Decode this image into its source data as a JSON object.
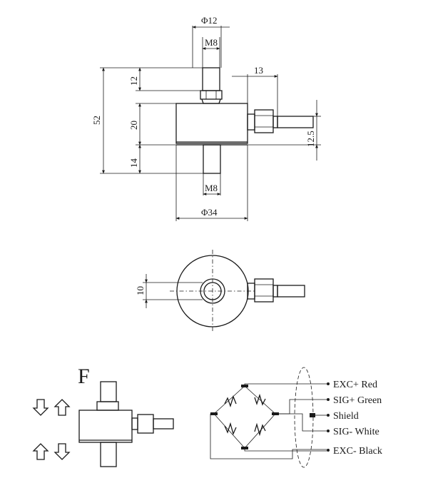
{
  "front_view": {
    "dim_phi12": "Φ12",
    "dim_m8_top": "M8",
    "dim_13": "13",
    "dim_12": "12",
    "dim_20": "20",
    "dim_52": "52",
    "dim_12_5": "12.5",
    "dim_14": "14",
    "dim_m8_bottom": "M8",
    "dim_phi34": "Φ34"
  },
  "top_view": {
    "dim_10": "10"
  },
  "force_diagram": {
    "force_label": "F"
  },
  "wiring": {
    "items": [
      {
        "label": "EXC+ Red"
      },
      {
        "label": "SIG+ Green"
      },
      {
        "label": "Shield"
      },
      {
        "label": "SIG- White"
      },
      {
        "label": "EXC- Black"
      }
    ]
  }
}
